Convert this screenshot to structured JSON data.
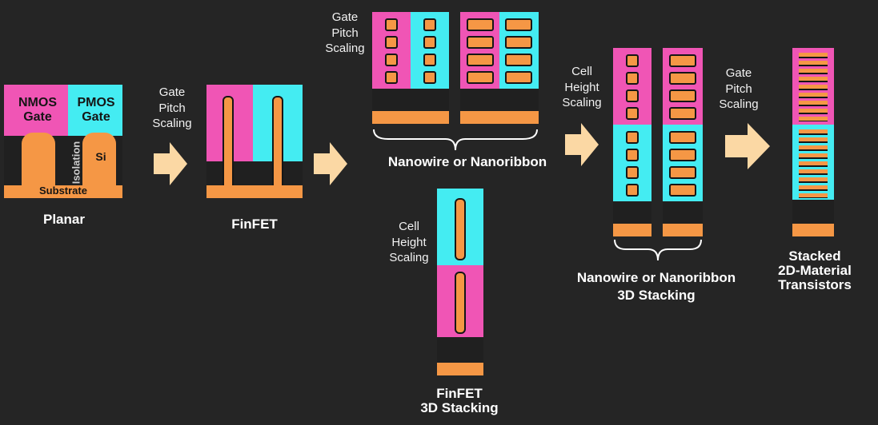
{
  "planar": {
    "nmos_gate": "NMOS\nGate",
    "pmos_gate": "PMOS\nGate",
    "si": "Si",
    "isolation": "Isolation",
    "substrate": "Substrate",
    "caption": "Planar"
  },
  "steps": {
    "gate_pitch_1": "Gate\nPitch\nScaling",
    "gate_pitch_2": "Gate\nPitch\nScaling",
    "cell_height_1": "Cell\nHeight\nScaling",
    "cell_height_2": "Cell\nHeight\nScaling",
    "gate_pitch_3": "Gate\nPitch\nScaling"
  },
  "captions": {
    "finfet": "FinFET",
    "nanowire": "Nanowire or Nanoribbon",
    "finfet_3d": "FinFET\n3D Stacking",
    "nanowire_3d": "Nanowire or Nanoribbon\n3D Stacking",
    "stacked_2d": "Stacked\n2D-Material\nTransistors"
  },
  "colors": {
    "nmos": "#f055b5",
    "pmos": "#44ecf2",
    "silicon": "#f59745",
    "background": "#252525"
  }
}
